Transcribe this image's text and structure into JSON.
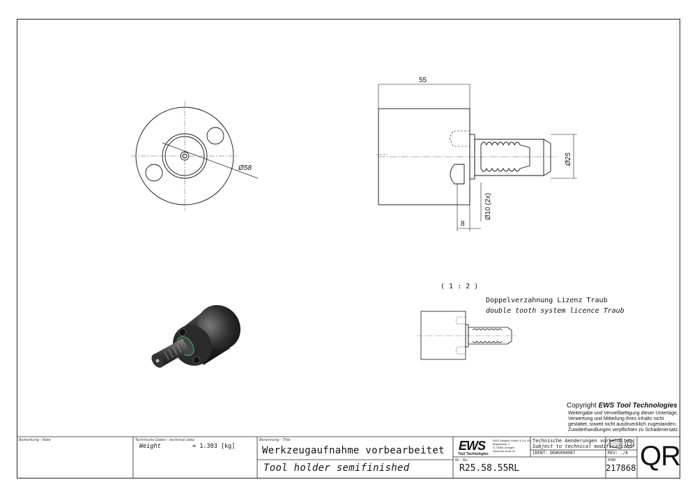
{
  "dimensions": {
    "length": "55",
    "outer_diameter": "Ø58",
    "tooth_diameter": "Ø25",
    "pin_diameter": "Ø10 (2x)",
    "step": "8"
  },
  "detail": {
    "scale": "( 1 : 2 )",
    "note_de": "Doppelverzahnung Lizenz Traub",
    "note_en": "double tooth system licence Traub"
  },
  "copyright": {
    "prefix": "Copyright ",
    "brand": "EWS Tool Technologies",
    "lines": [
      "Weitergabe und Vervielfaeltigung dieser Unterlage,",
      "Verwertung und Mitteilung ihres Inhalts nicht",
      "gestattet, soweit nicht ausdruecklich zugestanden.",
      "Zuwiderhandlungen verpflichten zu Schadenersatz."
    ]
  },
  "title_block": {
    "remark_label": "Bemerkung - Note",
    "tech_label": "Technische Daten - technical data",
    "weight_label": "Weight",
    "weight_value": "= 1.303 [kg]",
    "title_label": "Benennung - Title",
    "title_de": "Werkzeugaufnahme vorbearbeitet",
    "title_en": "Tool holder semifinished",
    "logo_text": "EWS",
    "logo_sub": "Tool Technologies",
    "company_lines": [
      "EWS Weigele GmbH & Co. KG",
      "Maybachstr. 1",
      "D-73066 Uhingen",
      "www.ews-tools.de"
    ],
    "changes_de": "Technische Aenderungen vorbehalten!",
    "changes_en": "Subject to technical modifications!",
    "ident": "IDENT: DEWS094987",
    "rev": "REV: -/A",
    "nr_label": "Nr - No",
    "part_no": "R25.58.55RL",
    "mnr_label": "MNR",
    "mnr": "217868",
    "qr": "QR"
  }
}
